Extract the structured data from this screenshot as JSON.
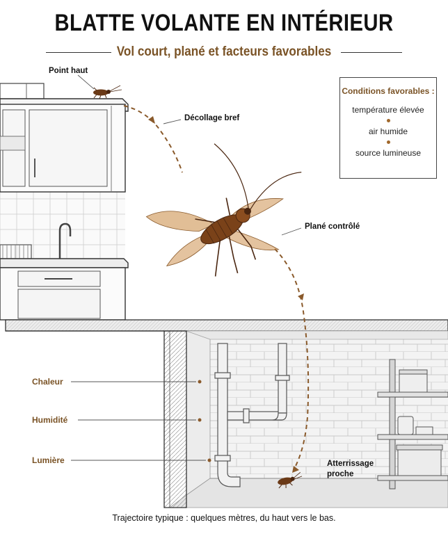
{
  "title": "BLATTE VOLANTE EN INTÉRIEUR",
  "subtitle": "Vol court, plané et facteurs favorables",
  "labels": {
    "point_haut": "Point haut",
    "decollage": "Décollage bref",
    "plane": "Plané contrôlé",
    "atterrissage_1": "Atterrissage",
    "atterrissage_2": "proche"
  },
  "factors": [
    "Chaleur",
    "Humidité",
    "Lumière"
  ],
  "conditions": {
    "title": "Conditions favorables :",
    "items": [
      "température élevée",
      "air humide",
      "source lumineuse"
    ]
  },
  "footer": "Trajectoire typique : quelques mètres, du haut vers le bas.",
  "colors": {
    "accent": "#7a5326",
    "path": "#8a5a2b",
    "roach": "#6b3a17",
    "wing": "#c9883f",
    "line": "#333333"
  }
}
